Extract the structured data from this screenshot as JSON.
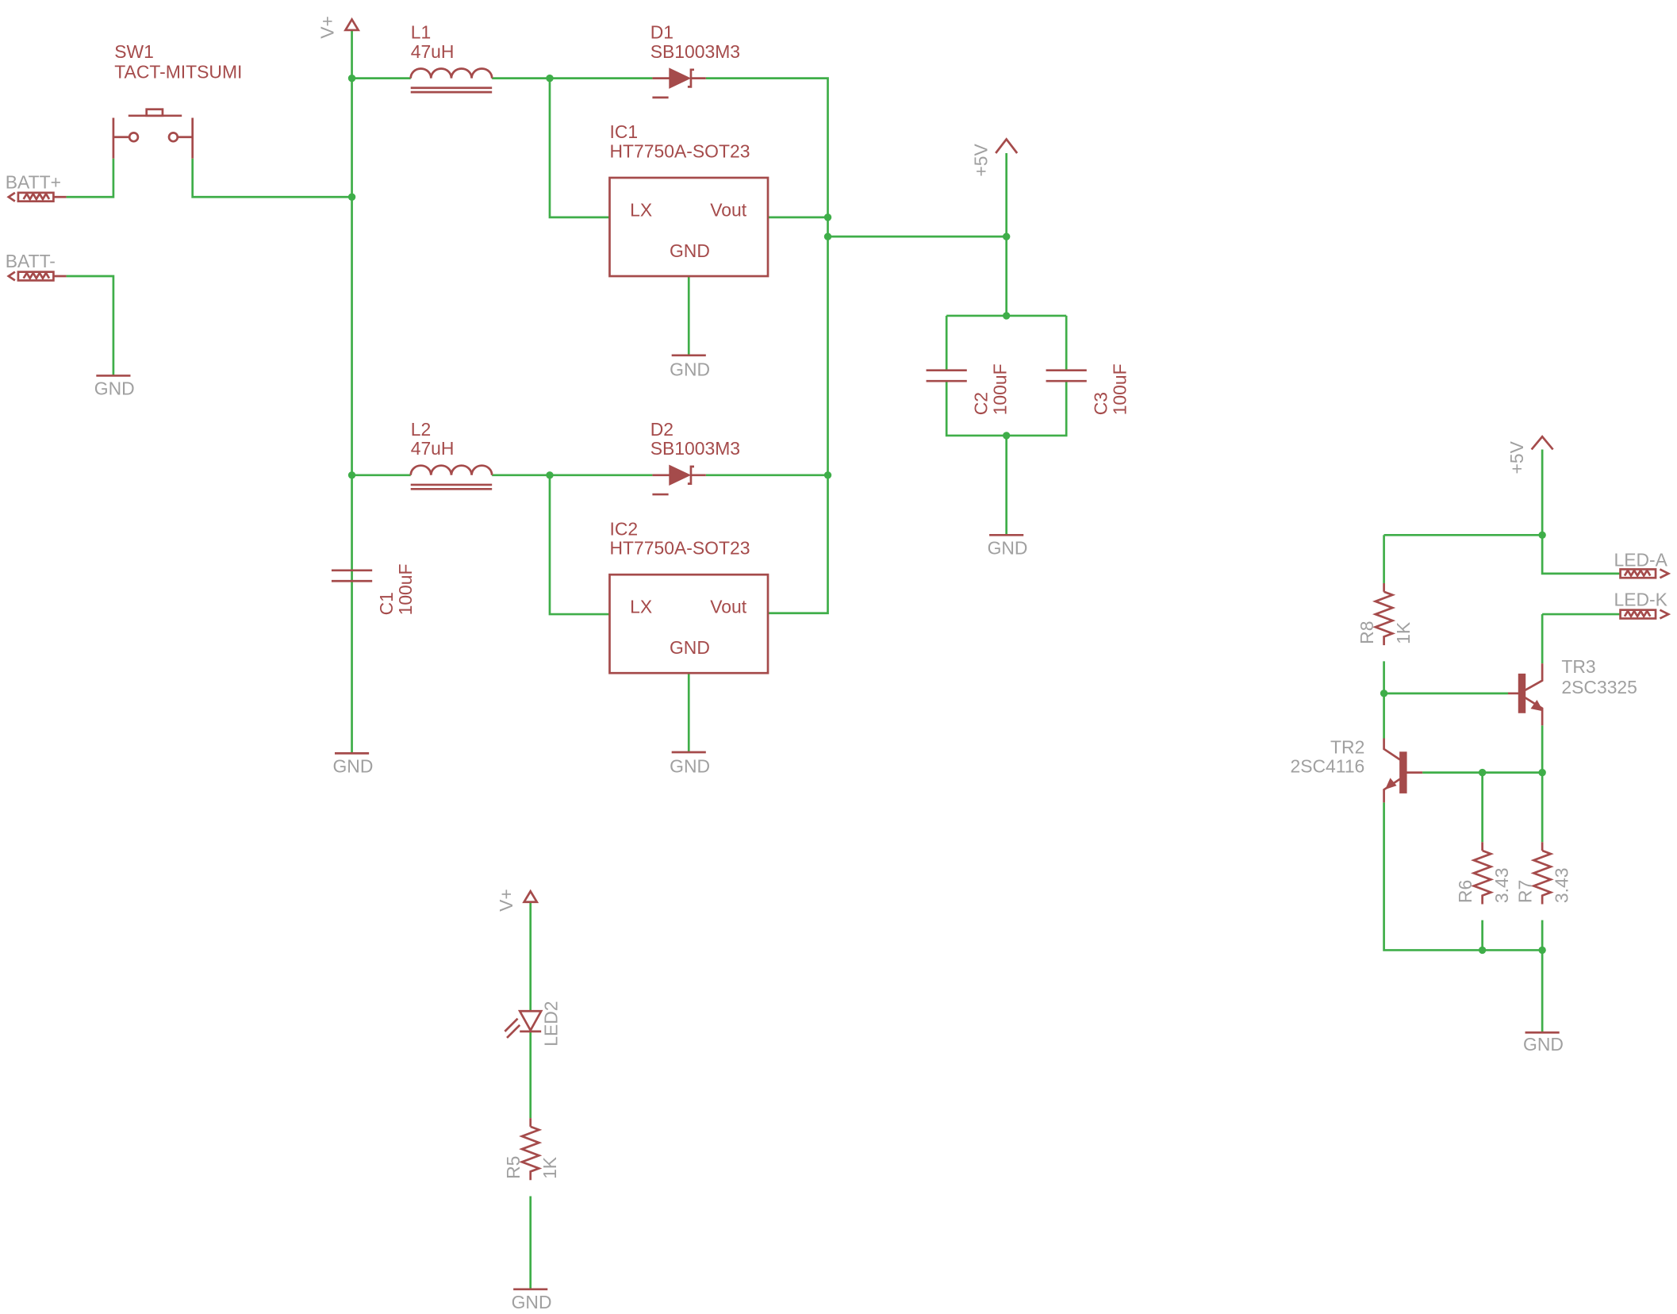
{
  "colors": {
    "wire": "#3fae49",
    "component": "#a54b4b",
    "net_label": "#a0a0a0",
    "background": "#ffffff"
  },
  "components": {
    "sw1": {
      "name": "SW1",
      "value": "TACT-MITSUMI"
    },
    "l1": {
      "name": "L1",
      "value": "47uH"
    },
    "l2": {
      "name": "L2",
      "value": "47uH"
    },
    "d1": {
      "name": "D1",
      "value": "SB1003M3"
    },
    "d2": {
      "name": "D2",
      "value": "SB1003M3"
    },
    "ic1": {
      "name": "IC1",
      "value": "HT7750A-SOT23",
      "pins": {
        "lx": "LX",
        "vout": "Vout",
        "gnd": "GND"
      }
    },
    "ic2": {
      "name": "IC2",
      "value": "HT7750A-SOT23",
      "pins": {
        "lx": "LX",
        "vout": "Vout",
        "gnd": "GND"
      }
    },
    "c1": {
      "name": "C1",
      "value": "100uF"
    },
    "c2": {
      "name": "C2",
      "value": "100uF"
    },
    "c3": {
      "name": "C3",
      "value": "100uF"
    },
    "led2": {
      "name": "LED2"
    },
    "r5": {
      "name": "R5",
      "value": "1K"
    },
    "r6": {
      "name": "R6",
      "value": "3.43"
    },
    "r7": {
      "name": "R7",
      "value": "3.43"
    },
    "r8": {
      "name": "R8",
      "value": "1K"
    },
    "tr2": {
      "name": "TR2",
      "value": "2SC4116"
    },
    "tr3": {
      "name": "TR3",
      "value": "2SC3325"
    }
  },
  "nets": {
    "vplus": "V+",
    "plus5v": "+5V",
    "gnd": "GND",
    "batt_plus": "BATT+",
    "batt_minus": "BATT-",
    "led_a": "LED-A",
    "led_k": "LED-K"
  }
}
